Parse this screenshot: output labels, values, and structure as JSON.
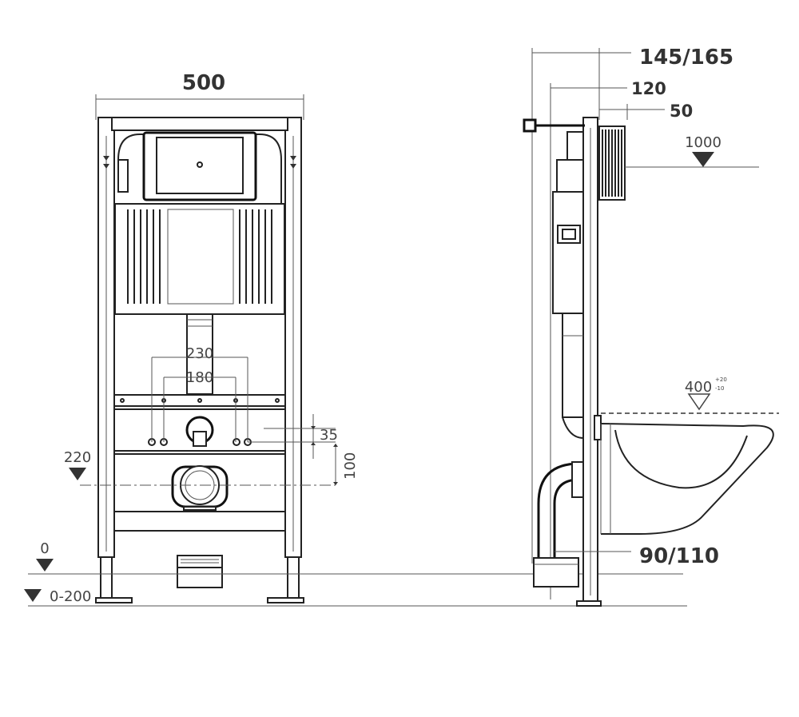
{
  "front_view": {
    "width_label": "500",
    "spacing_outer_label": "230",
    "spacing_inner_label": "180",
    "offset_small_label": "35",
    "offset_large_label": "100",
    "drain_height_label": "220",
    "floor_level_label": "0",
    "floor_adjust_label": "0-200"
  },
  "side_view": {
    "depth_total_label": "145/165",
    "depth_mid_label": "120",
    "depth_small_label": "50",
    "button_height_label": "1000",
    "bowl_height_label": "400",
    "bowl_tol_plus": "+20",
    "bowl_tol_minus": "-10",
    "pipe_label": "90/110"
  }
}
